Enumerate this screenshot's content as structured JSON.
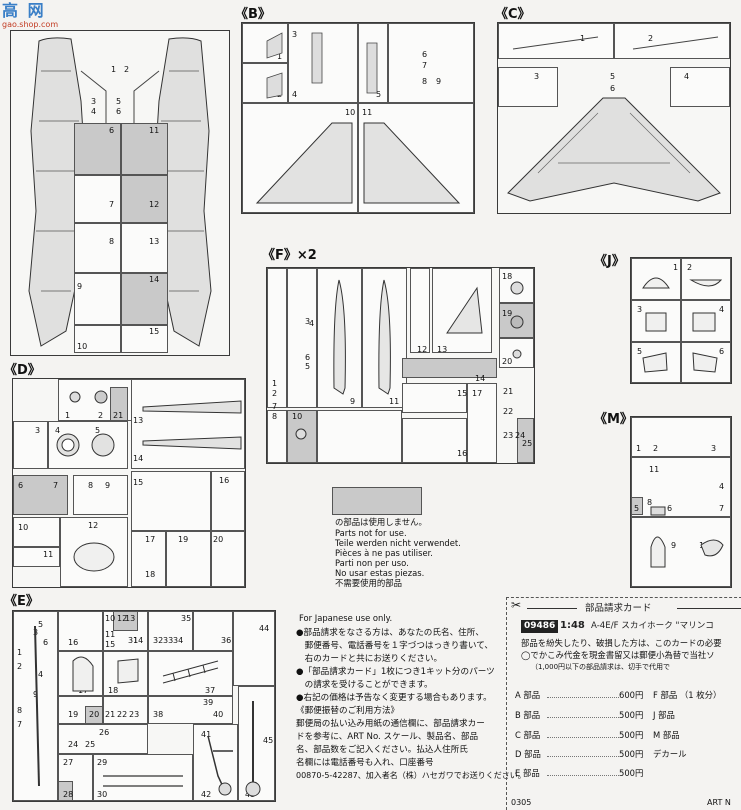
{
  "watermark": {
    "logo_text": "高 网",
    "url": "gao.shop.com"
  },
  "sections": {
    "B": "《B》",
    "C": "《C》",
    "F": "《F》×2",
    "J": "《J》",
    "D": "《D》",
    "M": "《M》",
    "E": "《E》"
  },
  "partnums": {
    "A": [
      "1",
      "2",
      "3",
      "4",
      "5",
      "6",
      "7",
      "8",
      "9",
      "10",
      "11",
      "12",
      "13",
      "14",
      "15"
    ],
    "B": [
      "1",
      "2",
      "3",
      "4",
      "5",
      "6",
      "7",
      "8",
      "9",
      "10",
      "11"
    ],
    "C": [
      "1",
      "2",
      "3",
      "4",
      "5",
      "6"
    ],
    "F": [
      "1",
      "2",
      "3",
      "4",
      "5",
      "6",
      "7",
      "8",
      "9",
      "10",
      "11",
      "12",
      "13",
      "14",
      "15",
      "16",
      "17",
      "18",
      "19",
      "20",
      "21",
      "22",
      "23",
      "24",
      "25"
    ],
    "J": [
      "1",
      "2",
      "3",
      "4",
      "5",
      "6"
    ],
    "D": [
      "1",
      "2",
      "3",
      "4",
      "5",
      "6",
      "7",
      "8",
      "9",
      "10",
      "11",
      "12",
      "13",
      "14",
      "15",
      "16",
      "17",
      "18",
      "19",
      "20",
      "21"
    ],
    "M": [
      "1",
      "2",
      "3",
      "4",
      "5",
      "6",
      "7",
      "8",
      "9",
      "10",
      "11"
    ],
    "E": [
      "1",
      "2",
      "3",
      "4",
      "5",
      "6",
      "7",
      "8",
      "9",
      "10",
      "11",
      "12",
      "13",
      "14",
      "15",
      "16",
      "17",
      "18",
      "19",
      "20",
      "21",
      "22",
      "23",
      "24",
      "25",
      "26",
      "27",
      "28",
      "29",
      "30",
      "31",
      "32",
      "33",
      "34",
      "35",
      "36",
      "37",
      "38",
      "39",
      "40",
      "41",
      "42",
      "43",
      "44",
      "45"
    ]
  },
  "notused": {
    "jp": "の部品は使用しません。",
    "en": "Parts not for use.",
    "de": "Teile werden nicht verwendet.",
    "fr": "Pièces à ne pas utiliser.",
    "it": "Parti non per uso.",
    "es": "No usar estas piezas.",
    "cn": "不需要使用的部品"
  },
  "info": {
    "for_japanese": "For Japanese use only.",
    "lines": [
      "●部品請求をなさる方は、あなたの氏名、住所、",
      "　郵便番号、電話番号を１字づつはっきり書いて、",
      "　右のカードと共にお送りください。",
      "●「部品請求カード」1枚につき1キット分のパーツ",
      "　の請求を受けることができます。",
      "●右記の価格は予告なく変更する場合もあります。",
      "《郵便振替のご利用方法》",
      "郵便局の払い込み用紙の通信欄に、部品請求カー",
      "ドを参考に、ART No. スケール、製品名、部品",
      "名、部品数をご記入ください。払込人住所氏",
      "名欄には電話番号も入れ、口座番号",
      "00870-5-42287、加入者名（株）ハセガワでお送りください。"
    ]
  },
  "card": {
    "title": "部品請求カード",
    "scissors": "✂",
    "art_no": "09486",
    "scale": "1:48",
    "product": "A-4E/F スカイホーク \"マリンコ",
    "desc1": "部品を紛失したり、破損した方は、このカードの必要",
    "desc2": "◯でかこみ代金を現金書留又は郵便小為替で当社ソ",
    "desc3": "（1,000円以下の部品請求は、切手で代用で",
    "left_items": [
      {
        "name": "A 部品",
        "price": "600円"
      },
      {
        "name": "B 部品",
        "price": "500円"
      },
      {
        "name": "C 部品",
        "price": "500円"
      },
      {
        "name": "D 部品",
        "price": "500円"
      },
      {
        "name": "E 部品",
        "price": "500円"
      }
    ],
    "right_items": [
      "F 部品 （1 枚分）",
      "J 部品",
      "M 部品",
      "デカール"
    ],
    "footer_code": "0305",
    "footer_art": "ART N"
  },
  "colors": {
    "frame": "#3a3a3a",
    "unused_grey": "#c9c9c9",
    "paper": "#f4f3f1"
  }
}
